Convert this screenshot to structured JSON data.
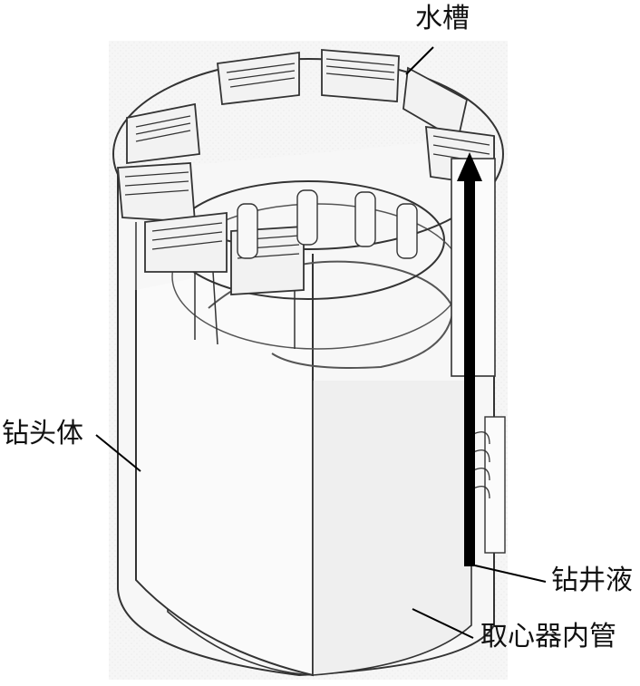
{
  "labels": {
    "water_channel": "水槽",
    "bit_body": "钻头体",
    "drilling_fluid": "钻井液",
    "core_inner_tube": "取心器内管"
  },
  "colors": {
    "line": "#333333",
    "surface": "#f4f4f4",
    "shadow": "#d9d9d9",
    "arrow": "#000000"
  }
}
